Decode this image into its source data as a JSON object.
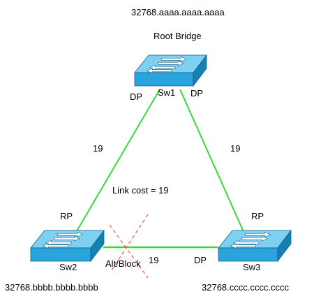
{
  "root_bridge": {
    "bridge_id": "32768.aaaa.aaaa.aaaa",
    "title": "Root Bridge"
  },
  "switches": {
    "sw1": {
      "name": "Sw1",
      "left_port": "DP",
      "right_port": "DP"
    },
    "sw2": {
      "name": "Sw2",
      "bridge_id": "32768.bbbb.bbbb.bbbb",
      "port": "RP",
      "blocked_port": "Alt/Block"
    },
    "sw3": {
      "name": "Sw3",
      "bridge_id": "32768.cccc.cccc.cccc",
      "port": "RP",
      "bottom_port": "DP"
    }
  },
  "links": {
    "sw1_sw2_cost": "19",
    "sw1_sw3_cost": "19",
    "sw2_sw3_cost": "19",
    "legend": "Link cost = 19"
  },
  "colors": {
    "link": "#33dd33",
    "blocked_mark": "#ff5555",
    "switch_face": "#29a4dd",
    "switch_top": "#7ed0f2",
    "switch_side": "#167fb3"
  },
  "icons": {
    "switch": "network-switch-icon",
    "block": "blocked-port-x-icon"
  }
}
